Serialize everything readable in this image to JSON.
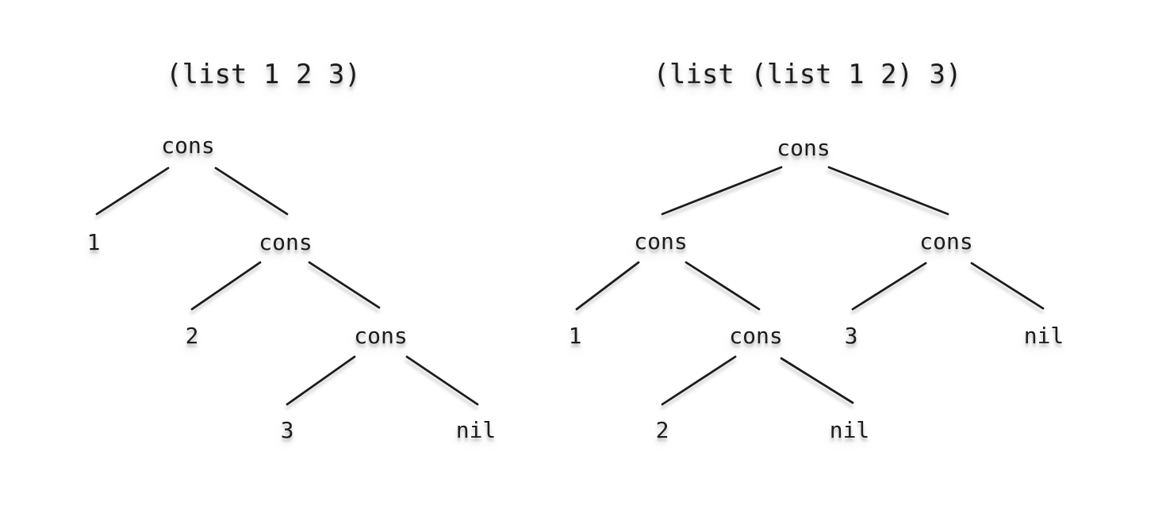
{
  "canvas": {
    "background_color": "#ffffff",
    "text_color": "#1c1c1c",
    "edge_color": "#1c1c1c",
    "shadow_color": "#aaaaaa"
  },
  "diagrams": [
    {
      "name": "cons-tree-of-flat-list",
      "expression": "(list 1 2 3)",
      "nodes": [
        {
          "label": "cons"
        },
        {
          "label": "1"
        },
        {
          "label": "cons"
        },
        {
          "label": "2"
        },
        {
          "label": "cons"
        },
        {
          "label": "3"
        },
        {
          "label": "nil"
        }
      ],
      "edges": [
        [
          0,
          1
        ],
        [
          0,
          2
        ],
        [
          2,
          3
        ],
        [
          2,
          4
        ],
        [
          4,
          5
        ],
        [
          4,
          6
        ]
      ]
    },
    {
      "name": "cons-tree-of-nested-list",
      "expression": "(list (list 1 2) 3)",
      "nodes": [
        {
          "label": "cons"
        },
        {
          "label": "cons"
        },
        {
          "label": "cons"
        },
        {
          "label": "1"
        },
        {
          "label": "cons"
        },
        {
          "label": "3"
        },
        {
          "label": "nil"
        },
        {
          "label": "2"
        },
        {
          "label": "nil"
        }
      ],
      "edges": [
        [
          0,
          1
        ],
        [
          0,
          2
        ],
        [
          1,
          3
        ],
        [
          1,
          4
        ],
        [
          2,
          5
        ],
        [
          2,
          6
        ],
        [
          4,
          7
        ],
        [
          4,
          8
        ]
      ]
    }
  ]
}
